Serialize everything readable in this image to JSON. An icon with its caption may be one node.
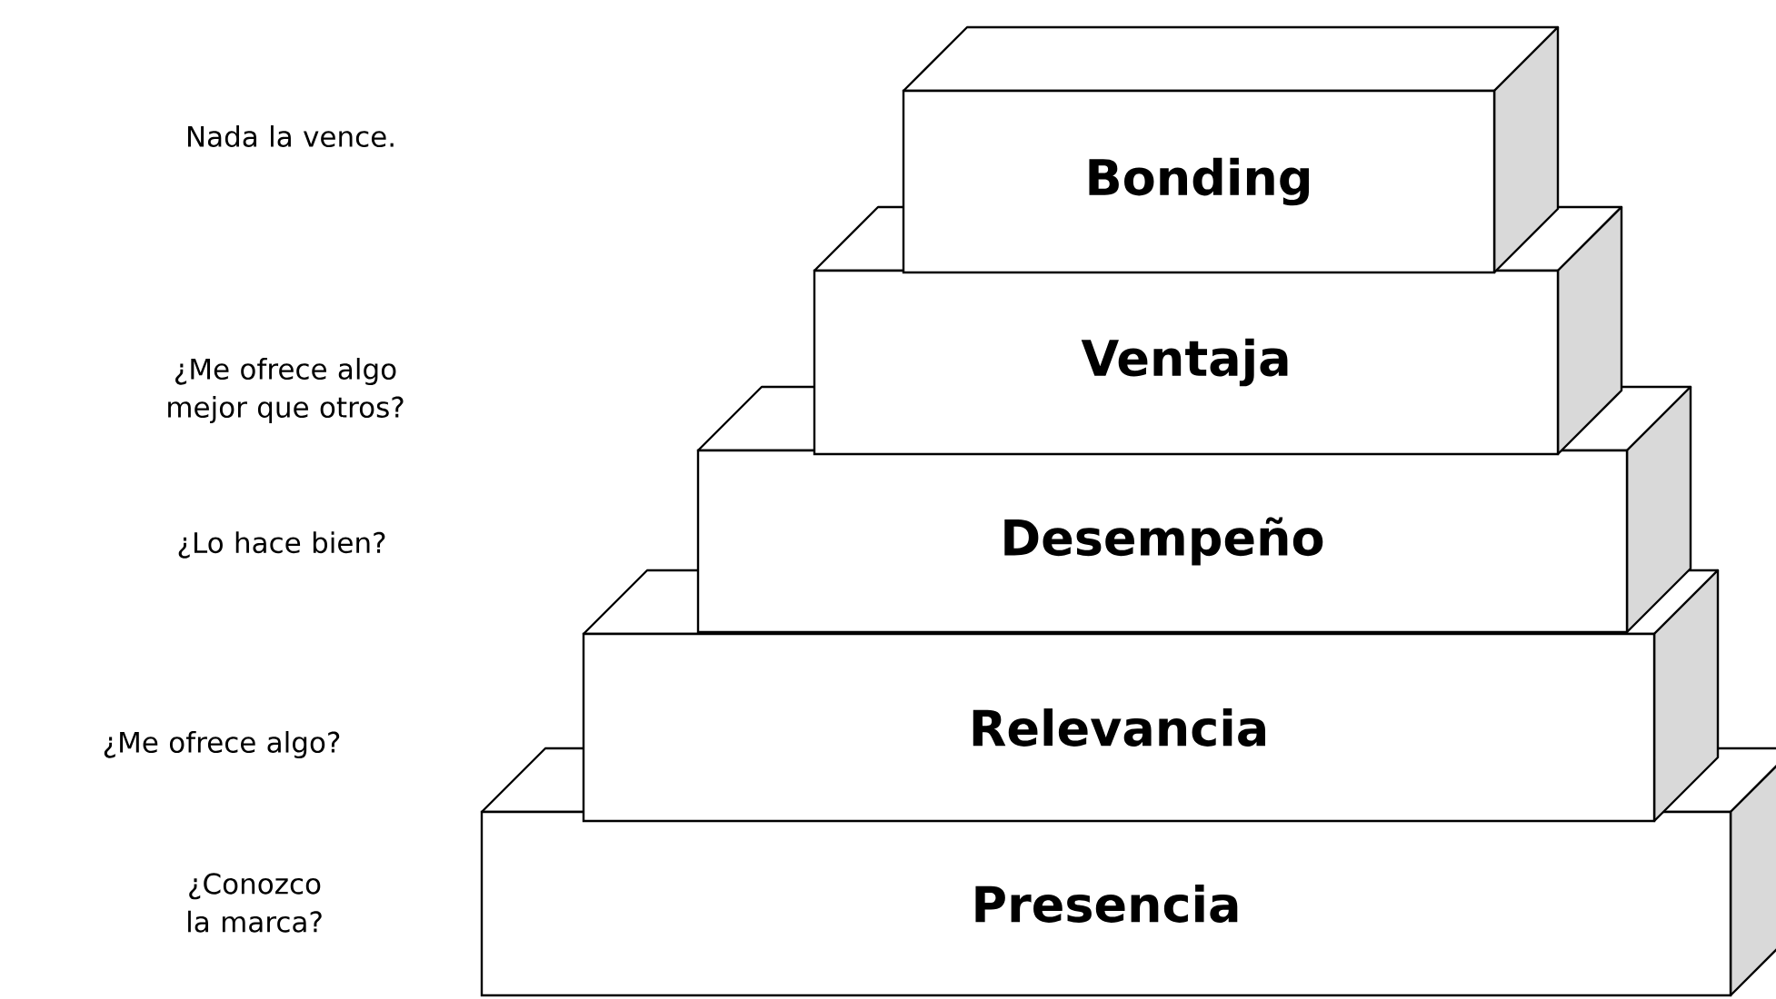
{
  "diagram": {
    "nodes": [
      {
        "text": [
          "Bonding"
        ]
      },
      {
        "text": [
          "Ventaja"
        ]
      },
      {
        "text": [
          "Desempeño"
        ]
      },
      {
        "text": [
          "Relevancia"
        ]
      },
      {
        "text": [
          "Presencia"
        ]
      }
    ],
    "labels": [
      "Nada la vence.",
      "¿Me ofrece algo mejor que otros?",
      "¿Lo hace bien?",
      "¿Me ofrece algo?",
      "¿Conozco la marca?"
    ]
  }
}
